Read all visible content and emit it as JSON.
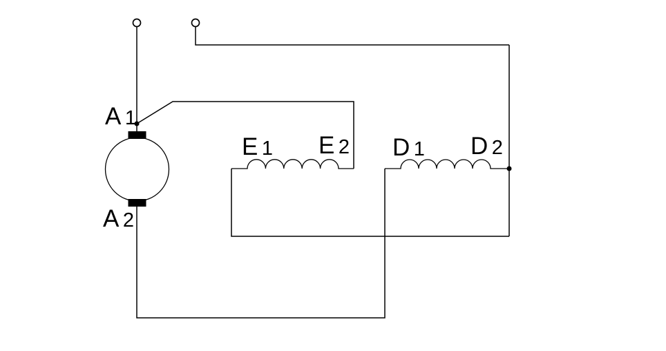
{
  "diagram": {
    "background": "#ffffff",
    "line_color": "#000000",
    "components": {
      "armature": {
        "top_label": {
          "letter": "A",
          "digit": "1"
        },
        "bottom_label": {
          "letter": "A",
          "digit": "2"
        }
      },
      "winding_e": {
        "left_label": {
          "letter": "E",
          "digit": "1"
        },
        "right_label": {
          "letter": "E",
          "digit": "2"
        }
      },
      "winding_d": {
        "left_label": {
          "letter": "D",
          "digit": "1"
        },
        "right_label": {
          "letter": "D",
          "digit": "2"
        }
      }
    }
  }
}
